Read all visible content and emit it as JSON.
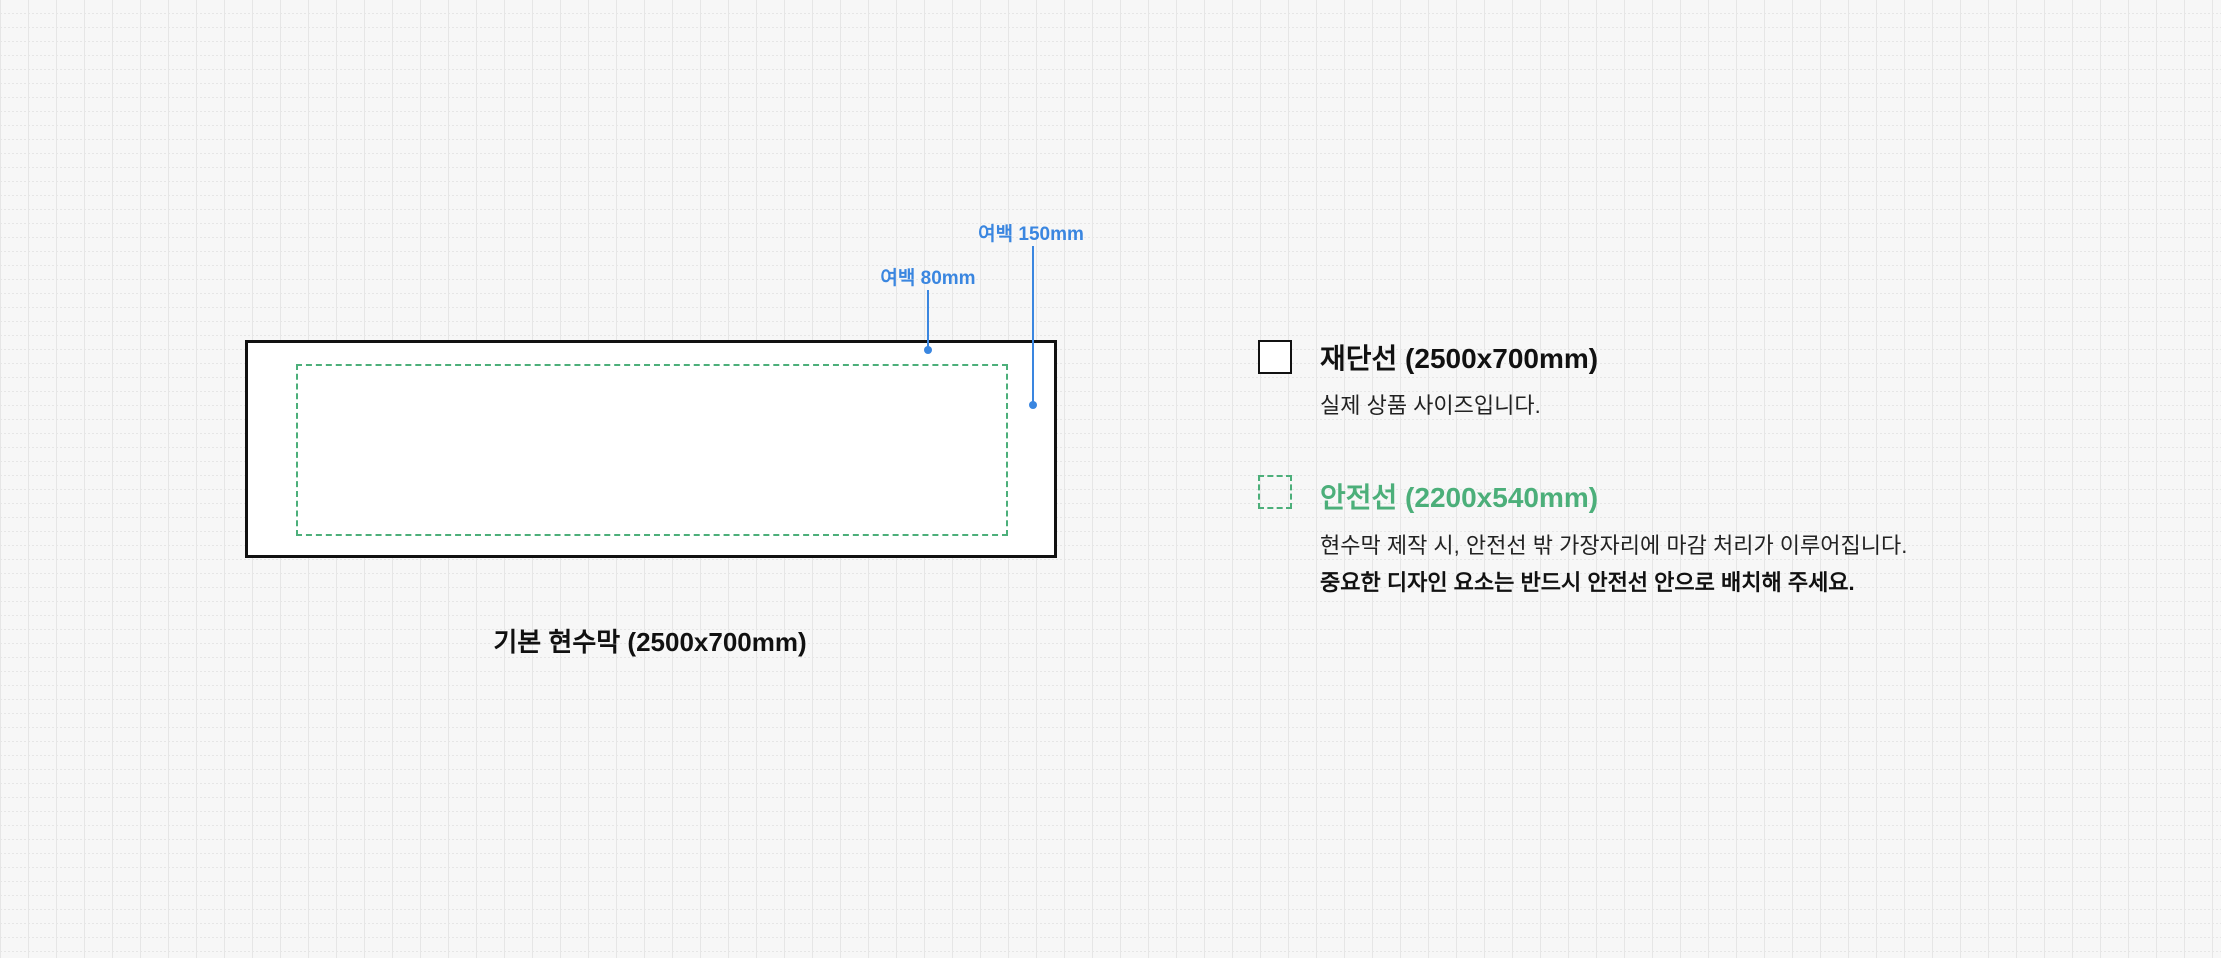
{
  "diagram": {
    "margin_inner_label": "여백 80mm",
    "margin_outer_label": "여백 150mm",
    "caption": "기본 현수막 (2500x700mm)"
  },
  "legend": {
    "cut_line": {
      "title": "재단선 (2500x700mm)",
      "description": "실제 상품 사이즈입니다."
    },
    "safe_line": {
      "title": "안전선 (2200x540mm)",
      "description": "현수막 제작 시, 안전선 밖 가장자리에 마감 처리가 이루어집니다.",
      "note": "중요한 디자인 요소는 반드시 안전선 안으로 배치해 주세요."
    }
  },
  "colors": {
    "margin_blue": "#3a86e0",
    "safe_green": "#4caf7a",
    "cut_black": "#111111"
  }
}
